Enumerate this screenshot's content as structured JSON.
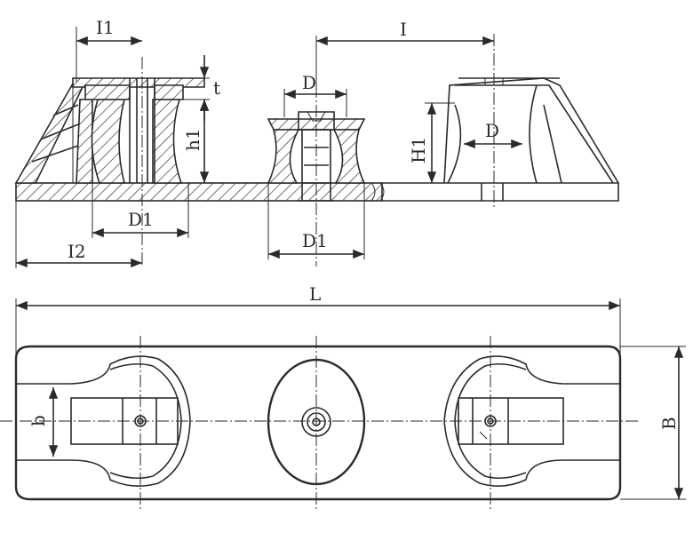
{
  "labels": {
    "l1": "I1",
    "l_span": "I",
    "d_top": "D",
    "t": "t",
    "h1": "h1",
    "H1": "H1",
    "d_roller": "D",
    "d1_left": "D1",
    "d1_center": "D1",
    "l2": "I2",
    "L": "L",
    "b_small": "b",
    "B": "B"
  },
  "colors": {
    "line": "#2a2a2a",
    "background": "#ffffff"
  }
}
